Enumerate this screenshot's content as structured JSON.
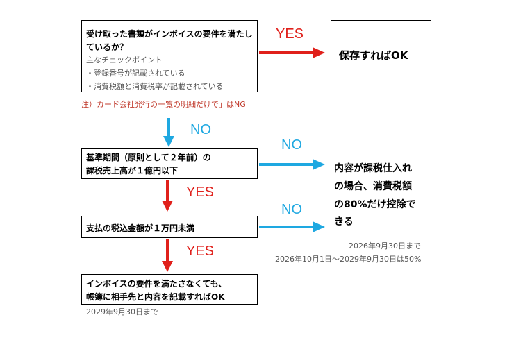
{
  "boxes": {
    "q1": {
      "question_line1": "受け取った書類がインボイスの要件を満たし",
      "question_line2": "ているか？",
      "checkpoint_title": "主なチェックポイント",
      "checkpoint_1": "・登録番号が記載されている",
      "checkpoint_2": "・消費税額と消費税率が記載されている"
    },
    "ok": {
      "text": "保存すればOK"
    },
    "q2": {
      "line1": "基準期間（原則として２年前）の",
      "line2": "課税売上高が１億円以下"
    },
    "result": {
      "line1": "内容が課税仕入れ",
      "line2": "の場合、消費税額",
      "line3": "の80%だけ控除で",
      "line4": "きる"
    },
    "q3": {
      "text": "支払の税込金額が１万円未満"
    },
    "q4": {
      "line1": "インボイスの要件を満たさなくても、",
      "line2": "帳簿に相手先と内容を記載すればOK"
    }
  },
  "notes": {
    "card_note": "注）カード会社発行の一覧の明細だけで」はNG",
    "result_deadline": "2026年9月30日まで",
    "result_later": "2026年10月1日〜2029年9月30日は50%",
    "q4_deadline": "2029年9月30日まで"
  },
  "labels": {
    "yes": "YES",
    "no": "NO"
  },
  "colors": {
    "yes": "#e0201b",
    "no": "#1ea8e1",
    "note": "#c0392b"
  }
}
